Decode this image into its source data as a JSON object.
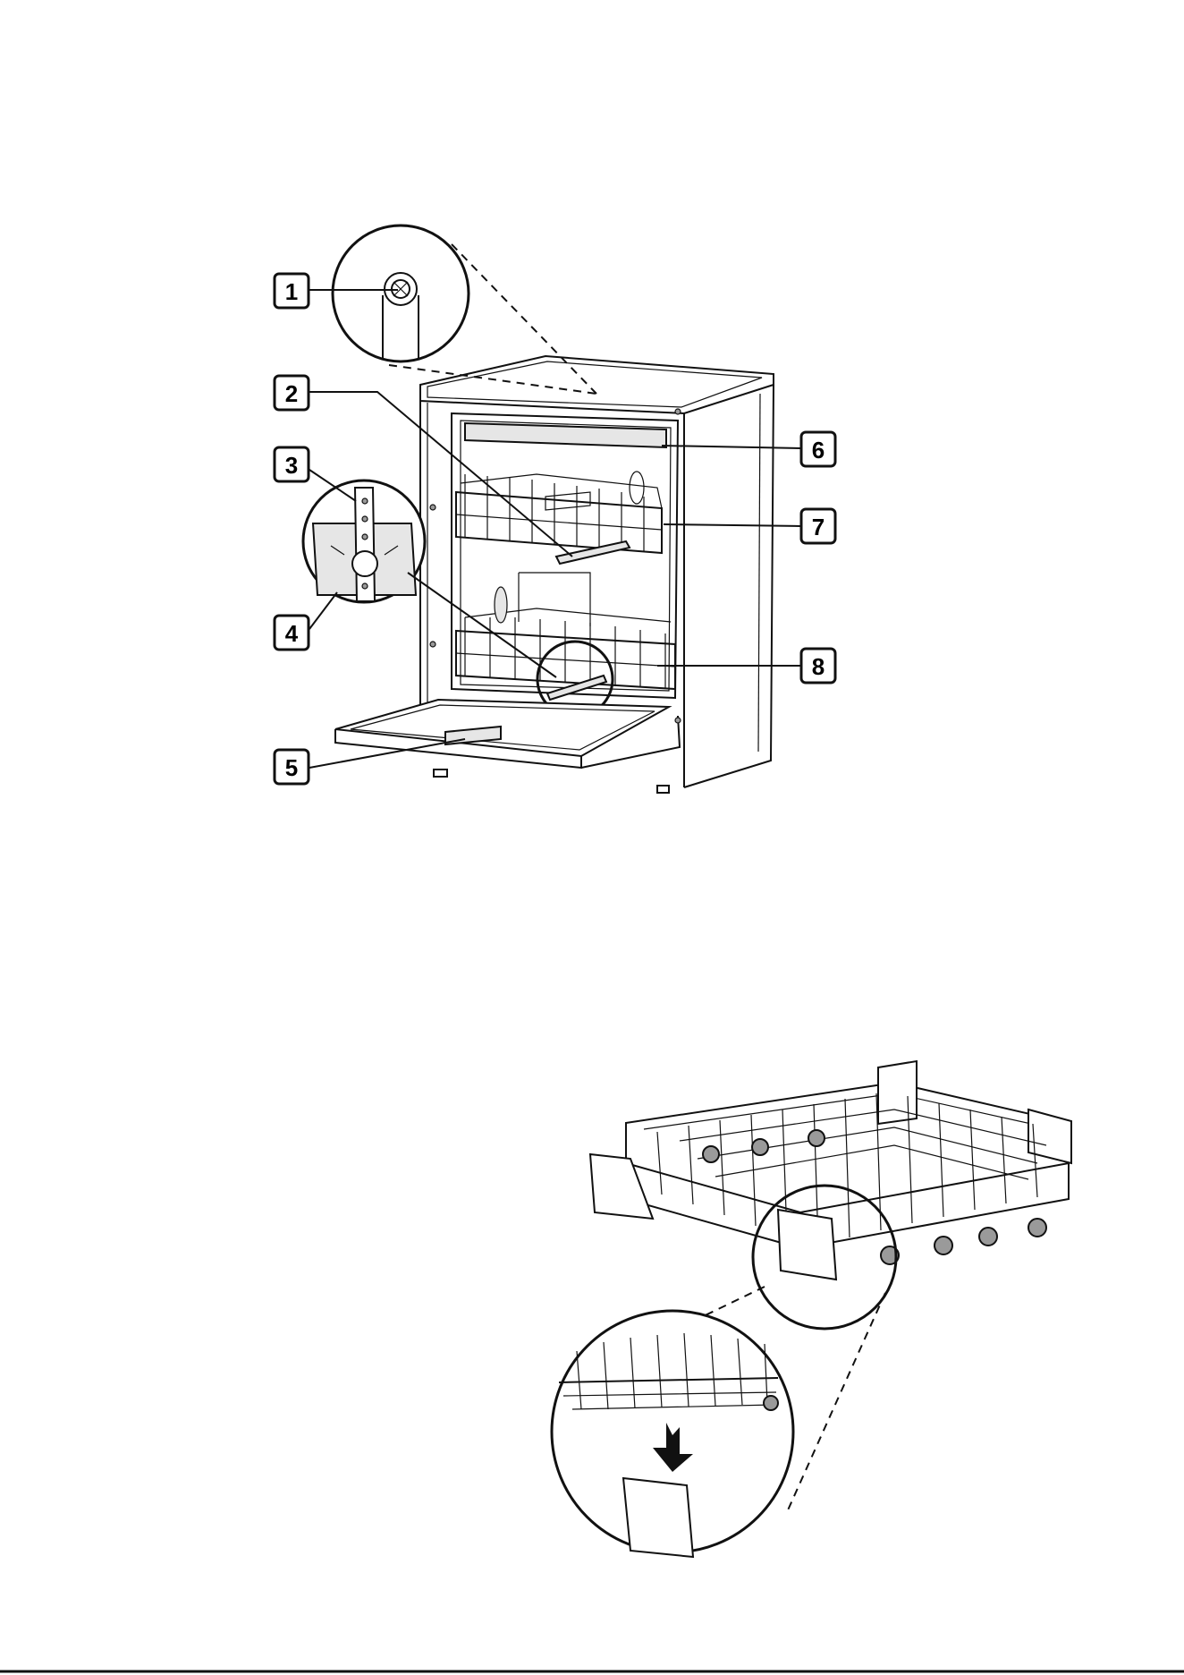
{
  "figure_top": {
    "callouts": [
      {
        "id": "c1",
        "label": "1"
      },
      {
        "id": "c2",
        "label": "2"
      },
      {
        "id": "c3",
        "label": "3"
      },
      {
        "id": "c4",
        "label": "4"
      },
      {
        "id": "c5",
        "label": "5"
      },
      {
        "id": "c6",
        "label": "6"
      },
      {
        "id": "c7",
        "label": "7"
      },
      {
        "id": "c8",
        "label": "8"
      }
    ]
  },
  "colors": {
    "line": "#111111",
    "background": "#ffffff"
  }
}
